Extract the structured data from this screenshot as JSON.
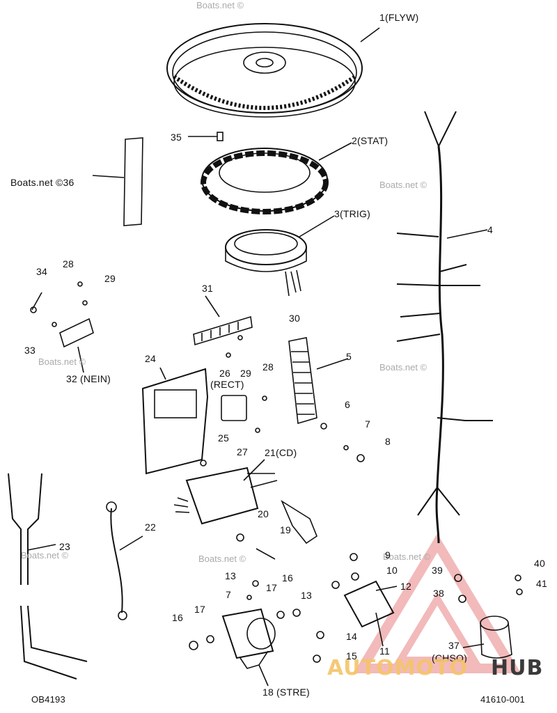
{
  "labels": {
    "l1": "1(FLYW)",
    "l2": "2(STAT)",
    "l3": "3(TRIG)",
    "l4": "4",
    "l5": "5",
    "l6": "6",
    "l7a": "7",
    "l8": "8",
    "l9": "9",
    "l10": "10",
    "l11": "11",
    "l12": "12",
    "l13a": "13",
    "l13b": "13",
    "l14": "14",
    "l15": "15",
    "l16a": "16",
    "l16b": "16",
    "l17a": "17",
    "l17b": "17",
    "l18": "18 (STRE)",
    "l19": "19",
    "l20": "20",
    "l21": "21(CD)",
    "l22": "22",
    "l23": "23",
    "l24": "24",
    "l25": "25",
    "l26": "26",
    "l26b": "(RECT)",
    "l27": "27",
    "l28a": "28",
    "l28b": "28",
    "l29a": "29",
    "l29b": "29",
    "l30": "30",
    "l31": "31",
    "l32": "32 (NEIN)",
    "l33": "33",
    "l34": "34",
    "l35": "35",
    "l36": "Boats.net ©36",
    "l37": "37",
    "l37b": "(CHSO)",
    "l38": "38",
    "l39": "39",
    "l40": "40",
    "l41": "41",
    "l7b": "7"
  },
  "footer": {
    "left_code": "OB4193",
    "right_code": "41610-001"
  },
  "watermarks": [
    "Boats.net ©",
    "Boats.net ©",
    "Boats.net ©",
    "Boats.net ©",
    "Boats.net ©",
    "Boats.net ©",
    "Boats.net ©"
  ],
  "logo": {
    "part1": "AUTOMOTO",
    "part2": "HUB",
    "color_accent": "#f2b8b8",
    "color_text": "#f5c46a",
    "color_dark": "#3a3a3a"
  }
}
